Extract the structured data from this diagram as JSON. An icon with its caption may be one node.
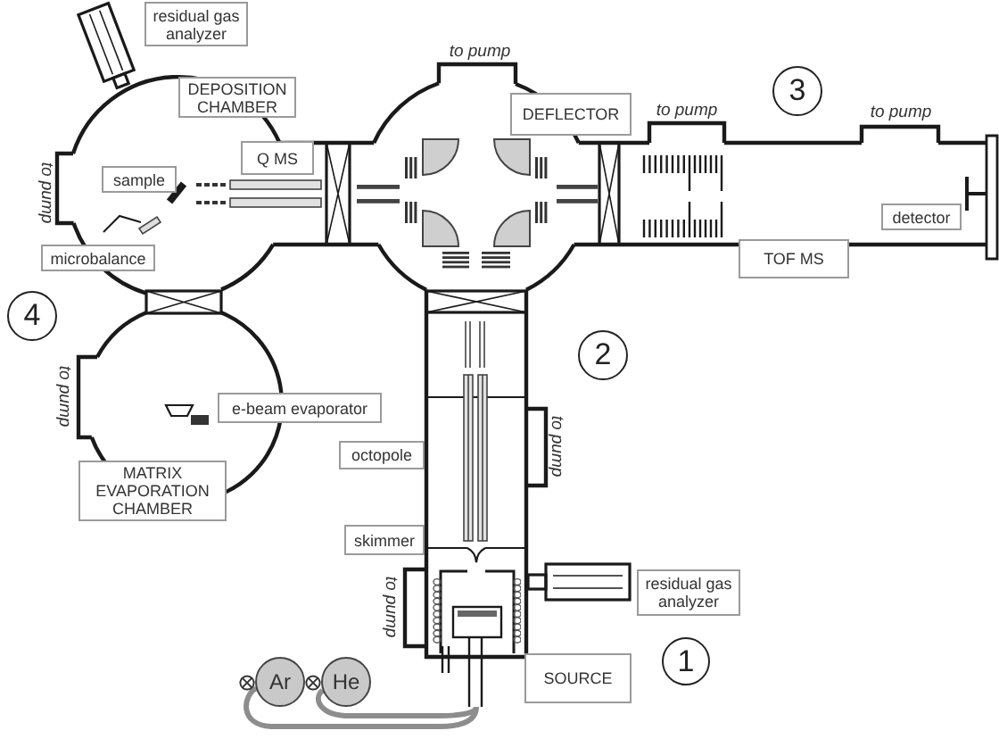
{
  "diagram": {
    "nodes": [
      {
        "text": [
          "residual gas analyzer"
        ]
      },
      {
        "text": [
          "DEPOSITION CHAMBER"
        ]
      },
      {
        "text": [
          "DEFLECTOR"
        ]
      },
      {
        "text": [
          "3"
        ]
      },
      {
        "text": [
          "Q MS"
        ]
      },
      {
        "text": [
          "sample"
        ]
      },
      {
        "text": [
          "detector"
        ]
      },
      {
        "text": [
          "microbalance"
        ]
      },
      {
        "text": [
          "TOF MS"
        ]
      },
      {
        "text": [
          "4"
        ]
      },
      {
        "text": [
          "2"
        ]
      },
      {
        "text": [
          "e-beam evaporator"
        ]
      },
      {
        "text": [
          "octopole"
        ]
      },
      {
        "text": [
          "MATRIX EVAPORATION CHAMBER"
        ]
      },
      {
        "text": [
          "skimmer"
        ]
      },
      {
        "text": [
          "residual gas analyzer"
        ]
      },
      {
        "text": [],
        "shape": "picture"
      },
      {
        "text": [
          "Ar"
        ]
      },
      {
        "text": [
          "He"
        ]
      },
      {
        "text": [
          "SOURCE"
        ]
      },
      {
        "text": [
          "1"
        ]
      }
    ],
    "edges": [
      {
        "from": 17,
        "to": 16,
        "arrow": "none"
      },
      {
        "from": 18,
        "to": 16,
        "arrow": "none"
      }
    ],
    "labels": [
      "to pump",
      "to pump",
      "to pump",
      "to pump",
      "to pump",
      "to pump",
      "to pump"
    ]
  }
}
